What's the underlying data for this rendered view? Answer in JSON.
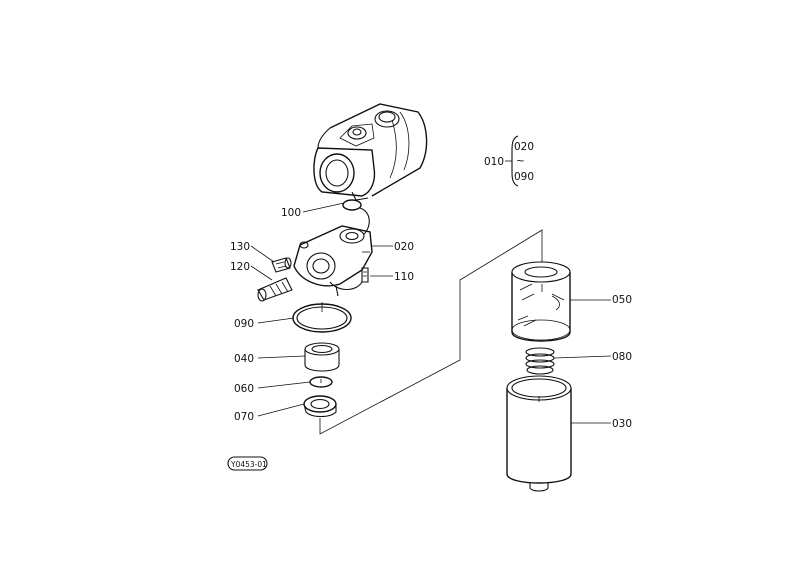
{
  "drawing_code": "Y0453-01",
  "assembly_callout": {
    "number": "010",
    "range_start": "020",
    "range_separator": "~",
    "range_end": "090"
  },
  "parts": [
    {
      "id": "100",
      "name": "o-ring-small"
    },
    {
      "id": "130",
      "name": "fitting-130"
    },
    {
      "id": "120",
      "name": "fitting-120"
    },
    {
      "id": "020",
      "name": "filter-head"
    },
    {
      "id": "110",
      "name": "bolt"
    },
    {
      "id": "090",
      "name": "o-ring-large"
    },
    {
      "id": "040",
      "name": "collar"
    },
    {
      "id": "060",
      "name": "washer"
    },
    {
      "id": "070",
      "name": "seal"
    },
    {
      "id": "050",
      "name": "filter-element"
    },
    {
      "id": "080",
      "name": "spring"
    },
    {
      "id": "030",
      "name": "filter-case"
    }
  ]
}
